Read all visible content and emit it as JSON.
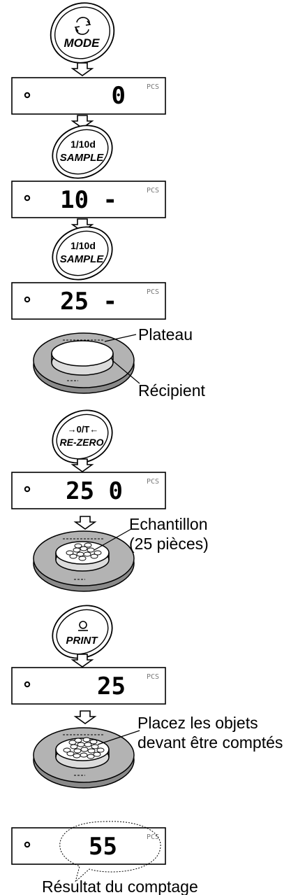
{
  "buttons": {
    "mode": {
      "line1": "",
      "line2": "MODE",
      "icon": "cycle-arrows-icon"
    },
    "sample1": {
      "line1": "1/10d",
      "line2": "SAMPLE"
    },
    "sample2": {
      "line1": "1/10d",
      "line2": "SAMPLE"
    },
    "rezero": {
      "line1": "→0/T←",
      "line2": "RE-ZERO"
    },
    "print": {
      "line1": "",
      "line2": "PRINT",
      "icon": "print-circle-icon"
    }
  },
  "displays": {
    "d1": {
      "value": "0",
      "unit": "PCS"
    },
    "d2": {
      "value": "10 -",
      "unit": "PCS"
    },
    "d3": {
      "value": "25 -",
      "unit": "PCS"
    },
    "d4": {
      "value": "25 0",
      "unit": "PCS"
    },
    "d5": {
      "value": "25",
      "unit": "PCS"
    },
    "d6": {
      "value": "55",
      "unit": "PCS"
    }
  },
  "labels": {
    "plateau": "Plateau",
    "recipient": "Récipient",
    "echantillon_1": "Echantillon",
    "echantillon_2": "(25 pièces)",
    "placez_1": "Placez les objets",
    "placez_2": "devant être comptés",
    "resultat": "Résultat du comptage"
  },
  "colors": {
    "pan_gray": "#b3b3b3",
    "pan_dark": "#8a8a8a",
    "stroke": "#000000"
  }
}
